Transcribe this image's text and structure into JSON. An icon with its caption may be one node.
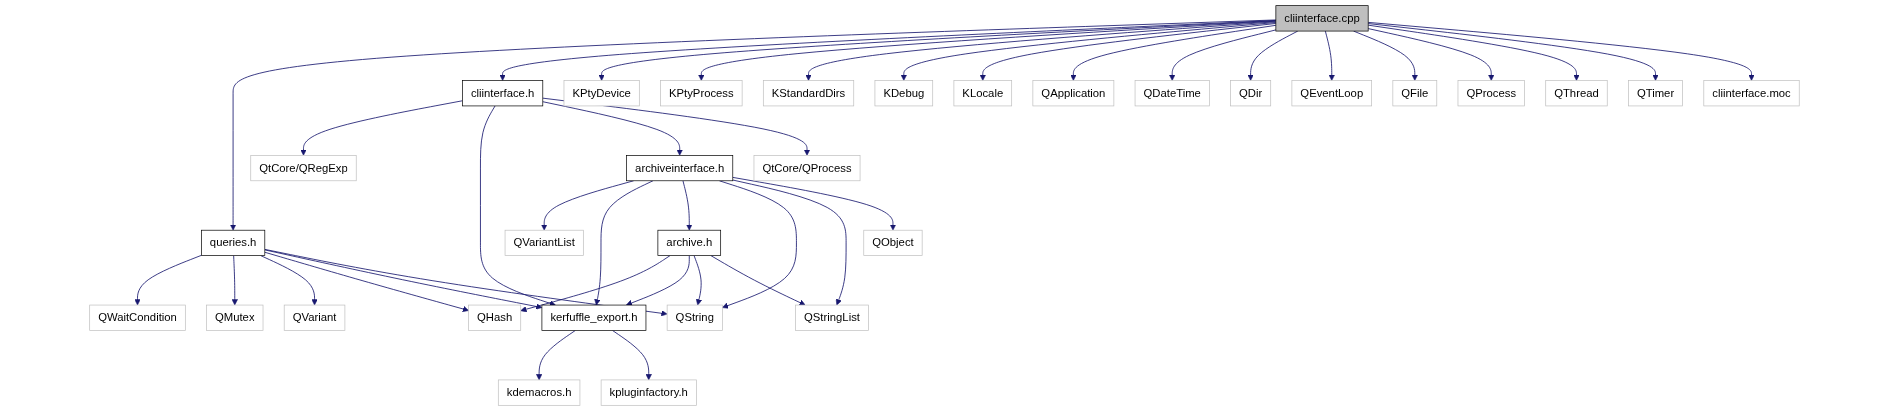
{
  "diagram": {
    "nodes": [
      {
        "text": [
          "cliinterface.cpp"
        ]
      },
      {
        "text": [
          "cliinterface.h"
        ]
      },
      {
        "text": [
          "KPtyDevice"
        ]
      },
      {
        "text": [
          "KPtyProcess"
        ]
      },
      {
        "text": [
          "KStandardDirs"
        ]
      },
      {
        "text": [
          "KDebug"
        ]
      },
      {
        "text": [
          "KLocale"
        ]
      },
      {
        "text": [
          "QApplication"
        ]
      },
      {
        "text": [
          "QDateTime"
        ]
      },
      {
        "text": [
          "QDir"
        ]
      },
      {
        "text": [
          "QEventLoop"
        ]
      },
      {
        "text": [
          "QFile"
        ]
      },
      {
        "text": [
          "QProcess"
        ]
      },
      {
        "text": [
          "QThread"
        ]
      },
      {
        "text": [
          "QTimer"
        ]
      },
      {
        "text": [
          "cliinterface.moc"
        ]
      },
      {
        "text": [
          "QtCore/QRegExp"
        ]
      },
      {
        "text": [
          "archiveinterface.h"
        ]
      },
      {
        "text": [
          "QtCore/QProcess"
        ]
      },
      {
        "text": [
          "queries.h"
        ]
      },
      {
        "text": [
          "QVariantList"
        ]
      },
      {
        "text": [
          "archive.h"
        ]
      },
      {
        "text": [
          "QObject"
        ]
      },
      {
        "text": [
          "QWaitCondition"
        ]
      },
      {
        "text": [
          "QMutex"
        ]
      },
      {
        "text": [
          "QVariant"
        ]
      },
      {
        "text": [
          "QHash"
        ]
      },
      {
        "text": [
          "kerfuffle_export.h"
        ]
      },
      {
        "text": [
          "QString"
        ]
      },
      {
        "text": [
          "QStringList"
        ]
      },
      {
        "text": [
          "kdemacros.h"
        ]
      },
      {
        "text": [
          "kpluginfactory.h"
        ]
      }
    ],
    "edges": [
      {
        "from": 0,
        "to": 19,
        "arrow": "to"
      },
      {
        "from": 0,
        "to": 1,
        "arrow": "to"
      },
      {
        "from": 0,
        "to": 2,
        "arrow": "to"
      },
      {
        "from": 0,
        "to": 3,
        "arrow": "to"
      },
      {
        "from": 0,
        "to": 4,
        "arrow": "to"
      },
      {
        "from": 0,
        "to": 5,
        "arrow": "to"
      },
      {
        "from": 0,
        "to": 6,
        "arrow": "to"
      },
      {
        "from": 0,
        "to": 7,
        "arrow": "to"
      },
      {
        "from": 0,
        "to": 8,
        "arrow": "to"
      },
      {
        "from": 0,
        "to": 9,
        "arrow": "to"
      },
      {
        "from": 0,
        "to": 10,
        "arrow": "to"
      },
      {
        "from": 0,
        "to": 11,
        "arrow": "to"
      },
      {
        "from": 0,
        "to": 12,
        "arrow": "to"
      },
      {
        "from": 0,
        "to": 13,
        "arrow": "to"
      },
      {
        "from": 0,
        "to": 14,
        "arrow": "to"
      },
      {
        "from": 0,
        "to": 15,
        "arrow": "to"
      },
      {
        "from": 1,
        "to": 16,
        "arrow": "to"
      },
      {
        "from": 1,
        "to": 27,
        "arrow": "to"
      },
      {
        "from": 1,
        "to": 17,
        "arrow": "to"
      },
      {
        "from": 1,
        "to": 18,
        "arrow": "to"
      },
      {
        "from": 17,
        "to": 20,
        "arrow": "to"
      },
      {
        "from": 17,
        "to": 27,
        "arrow": "to"
      },
      {
        "from": 17,
        "to": 21,
        "arrow": "to"
      },
      {
        "from": 17,
        "to": 28,
        "arrow": "to"
      },
      {
        "from": 17,
        "to": 29,
        "arrow": "to"
      },
      {
        "from": 17,
        "to": 22,
        "arrow": "to"
      },
      {
        "from": 19,
        "to": 23,
        "arrow": "to"
      },
      {
        "from": 19,
        "to": 24,
        "arrow": "to"
      },
      {
        "from": 19,
        "to": 25,
        "arrow": "to"
      },
      {
        "from": 19,
        "to": 26,
        "arrow": "to"
      },
      {
        "from": 19,
        "to": 27,
        "arrow": "to"
      },
      {
        "from": 19,
        "to": 28,
        "arrow": "to"
      },
      {
        "from": 21,
        "to": 26,
        "arrow": "to"
      },
      {
        "from": 21,
        "to": 27,
        "arrow": "to"
      },
      {
        "from": 21,
        "to": 28,
        "arrow": "to"
      },
      {
        "from": 21,
        "to": 29,
        "arrow": "to"
      },
      {
        "from": 27,
        "to": 30,
        "arrow": "to"
      },
      {
        "from": 27,
        "to": 31,
        "arrow": "to"
      }
    ]
  }
}
